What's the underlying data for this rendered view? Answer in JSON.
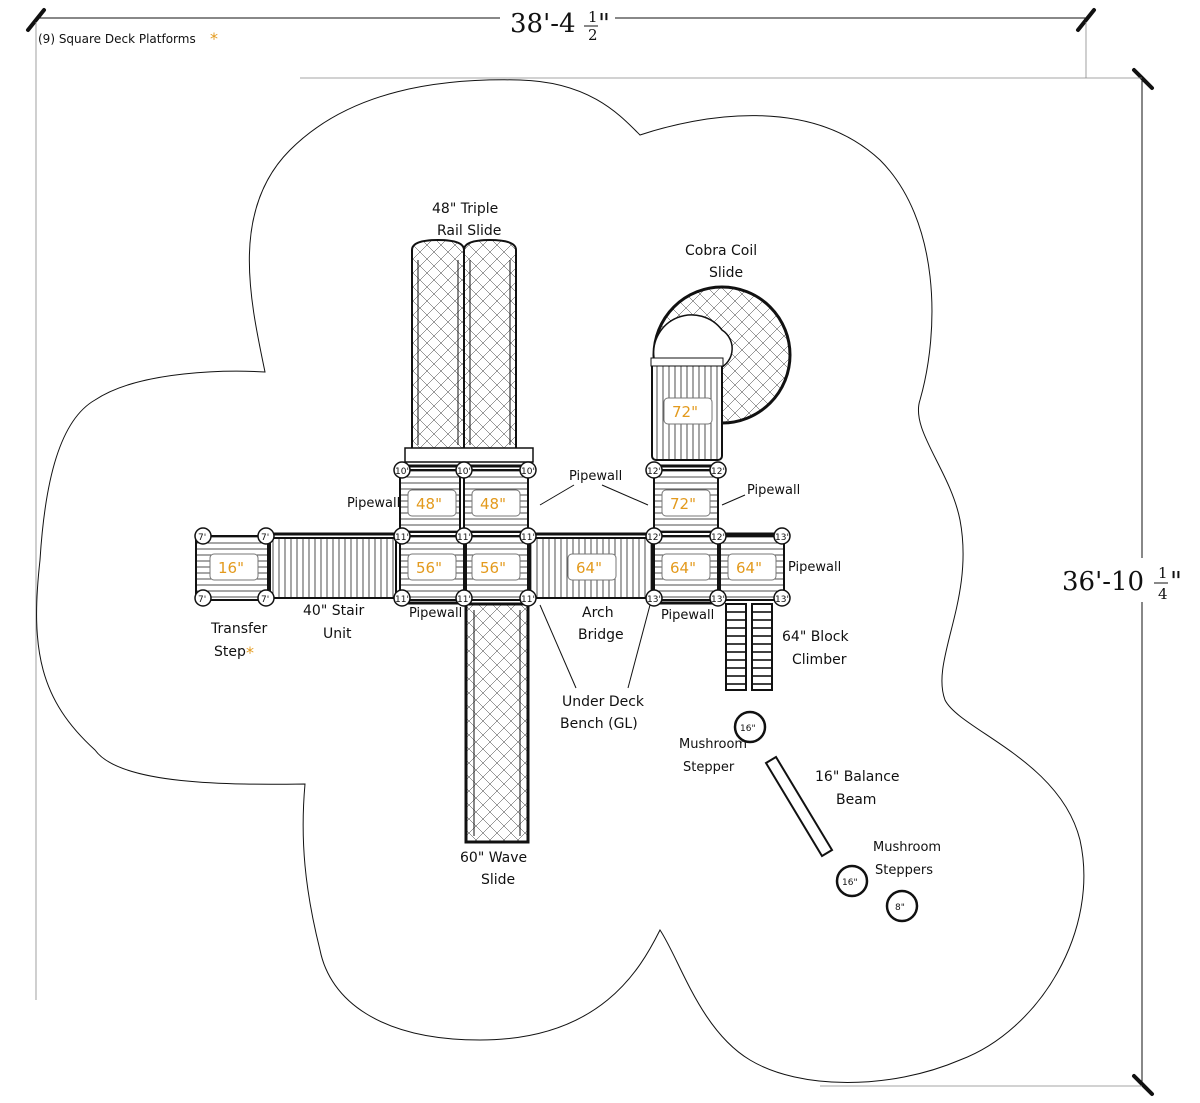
{
  "header_note": "(9) Square Deck Platforms",
  "asterisk": "*",
  "dimensions": {
    "width_whole": "38'-4",
    "width_num": "1",
    "width_den": "2",
    "width_tail": "\"",
    "depth_whole": "36'-10",
    "depth_num": "1",
    "depth_den": "4",
    "depth_tail": "\""
  },
  "colors": {
    "accent": "#e39a1d",
    "line": "#111111",
    "fill": "#ffffff"
  },
  "labels": {
    "triple_slide_1": "48\" Triple",
    "triple_slide_2": "Rail Slide",
    "cobra_1": "Cobra Coil",
    "cobra_2": "Slide",
    "pipewall": "Pipewall",
    "transfer_1": "Transfer",
    "transfer_2": "Step",
    "stair_1": "40\" Stair",
    "stair_2": "Unit",
    "arch_1": "Arch",
    "arch_2": "Bridge",
    "bench_1": "Under Deck",
    "bench_2": "Bench (GL)",
    "block_1": "64\" Block",
    "block_2": "Climber",
    "wave_1": "60\" Wave",
    "wave_2": "Slide",
    "mushroom_1": "Mushroom",
    "mushroom_2": "Stepper",
    "mushrooms_2": "Steppers",
    "balance_1": "16\" Balance",
    "balance_2": "Beam"
  },
  "deck_heights": {
    "d16": "16\"",
    "d48a": "48\"",
    "d48b": "48\"",
    "d56a": "56\"",
    "d56b": "56\"",
    "d64a": "64\"",
    "d64b": "64\"",
    "d64c": "64\"",
    "d72a": "72\"",
    "d72b": "72\""
  },
  "post_labels": {
    "p7": "7'",
    "p10": "10'",
    "p11": "11'",
    "p12": "12'",
    "p13": "13'"
  },
  "stepper_heights": {
    "s1": "16\"",
    "s2": "16\"",
    "s3": "8\""
  }
}
